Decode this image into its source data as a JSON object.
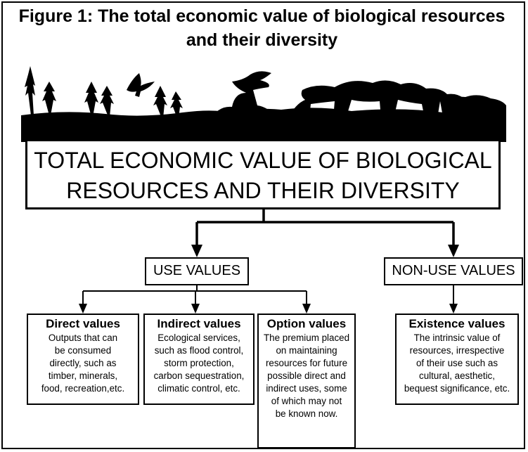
{
  "figure": {
    "title_line1": "Figure 1: The total economic value of biological resources",
    "title_line2": "and their diversity"
  },
  "main": {
    "line1": "TOTAL ECONOMIC VALUE OF BIOLOGICAL",
    "line2": "RESOURCES AND THEIR DIVERSITY"
  },
  "categories": {
    "use": "USE VALUES",
    "non_use": "NON-USE VALUES"
  },
  "values": {
    "direct": {
      "title": "Direct values",
      "lines": [
        "Outputs that can",
        "be consumed",
        "directly, such as",
        "timber, minerals,",
        "food, recreation,etc."
      ]
    },
    "indirect": {
      "title": "Indirect values",
      "lines": [
        "Ecological services,",
        "such as flood control,",
        "storm protection,",
        "carbon sequestration,",
        "climatic control, etc."
      ]
    },
    "option": {
      "title": "Option values",
      "lines": [
        "The premium placed",
        "on maintaining",
        "resources for future",
        "possible direct and",
        "indirect uses, some",
        "of which may not",
        "be known now."
      ]
    },
    "existence": {
      "title": "Existence values",
      "lines": [
        "The intrinsic value of",
        "resources, irrespective",
        "of their use such  as",
        "cultural, aesthetic,",
        "bequest significance, etc."
      ]
    }
  },
  "colors": {
    "line": "#000000",
    "background": "#ffffff"
  },
  "illustration": "landscape-silhouette"
}
